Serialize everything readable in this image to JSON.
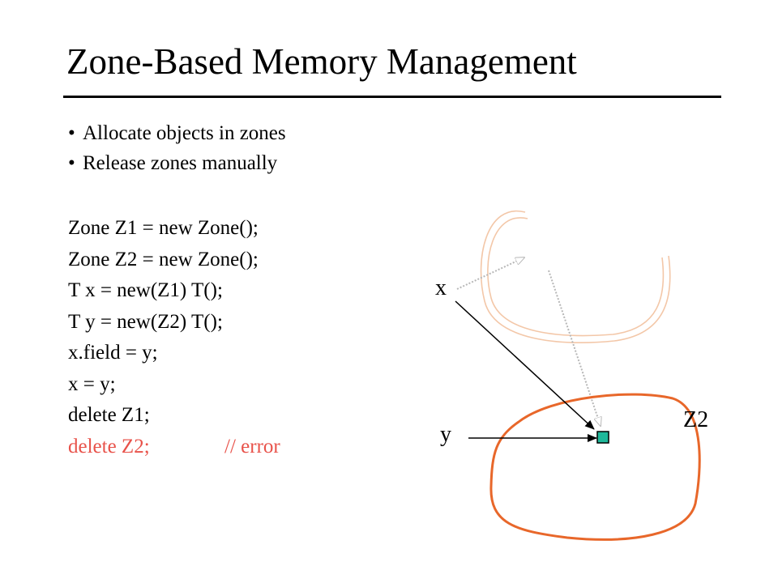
{
  "slide": {
    "title": "Zone-Based Memory Management",
    "bullets": [
      {
        "marker": "•",
        "text": "Allocate objects in zones"
      },
      {
        "marker": "•",
        "text": "Release zones manually"
      }
    ],
    "code": [
      {
        "text": "Zone Z1 = new Zone();"
      },
      {
        "text": "Zone Z2 = new Zone();"
      },
      {
        "text": "T x = new(Z1) T();"
      },
      {
        "text": "T y = new(Z2) T();"
      },
      {
        "text": "x.field = y;"
      },
      {
        "text": "x = y;"
      },
      {
        "text": "delete Z1;"
      },
      {
        "text": "delete Z2;",
        "comment": "// error"
      }
    ]
  },
  "diagram": {
    "label_x": "x",
    "label_y": "y",
    "label_z2": "Z2",
    "colors": {
      "zone_z2_outline": "#e8672a",
      "zone_z1_faded": "#f3c7a8",
      "object_fill": "#1fb89a",
      "faded_arrow": "#b7b7b7",
      "error_text": "#e8524a"
    }
  }
}
